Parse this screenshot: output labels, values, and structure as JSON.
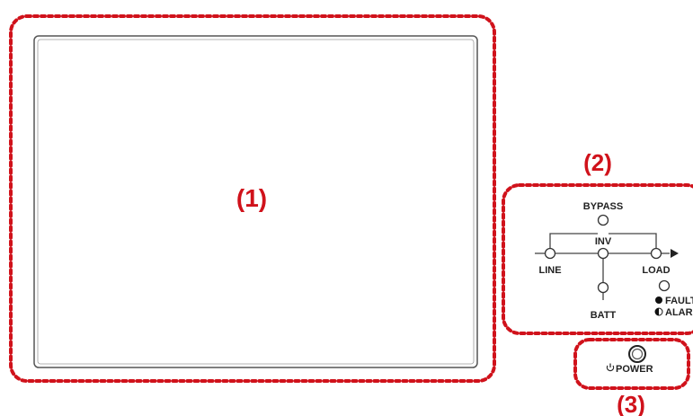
{
  "callouts": {
    "display": "(1)",
    "indicators": "(2)",
    "power": "(3)"
  },
  "indicators": {
    "bypass": "BYPASS",
    "inv": "INV",
    "line": "LINE",
    "load": "LOAD",
    "batt": "BATT",
    "fault": "FAULT",
    "alarm": "ALARM"
  },
  "power": {
    "label": "POWER",
    "icon": "power-symbol-icon"
  },
  "colors": {
    "callout": "#d0121b",
    "panel_line": "#444444"
  }
}
